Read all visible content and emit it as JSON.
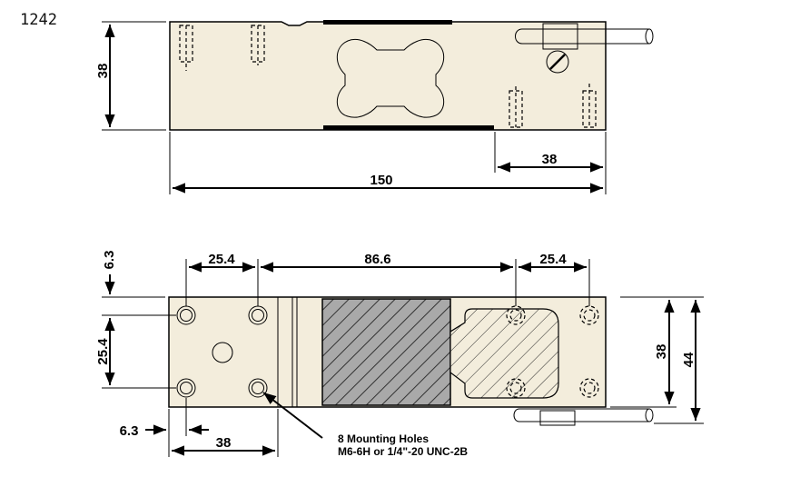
{
  "model_number": "1242",
  "side_view": {
    "height_label": "38",
    "length_label": "150",
    "hole_spacing_label": "38"
  },
  "top_view": {
    "edge_offset_top_label": "6.3",
    "hole_pitch_left_label": "25.4",
    "center_spacing_label": "86.6",
    "hole_pitch_right_label": "25.4",
    "hole_pitch_vertical_label": "25.4",
    "width_38_label": "38",
    "width_44_label": "44",
    "edge_offset_bottom_label": "6.3",
    "bottom_length_label": "38"
  },
  "callout": {
    "line1": "8 Mounting Holes",
    "line2": "M6-6H or 1/4\"-20 UNC-2B"
  }
}
